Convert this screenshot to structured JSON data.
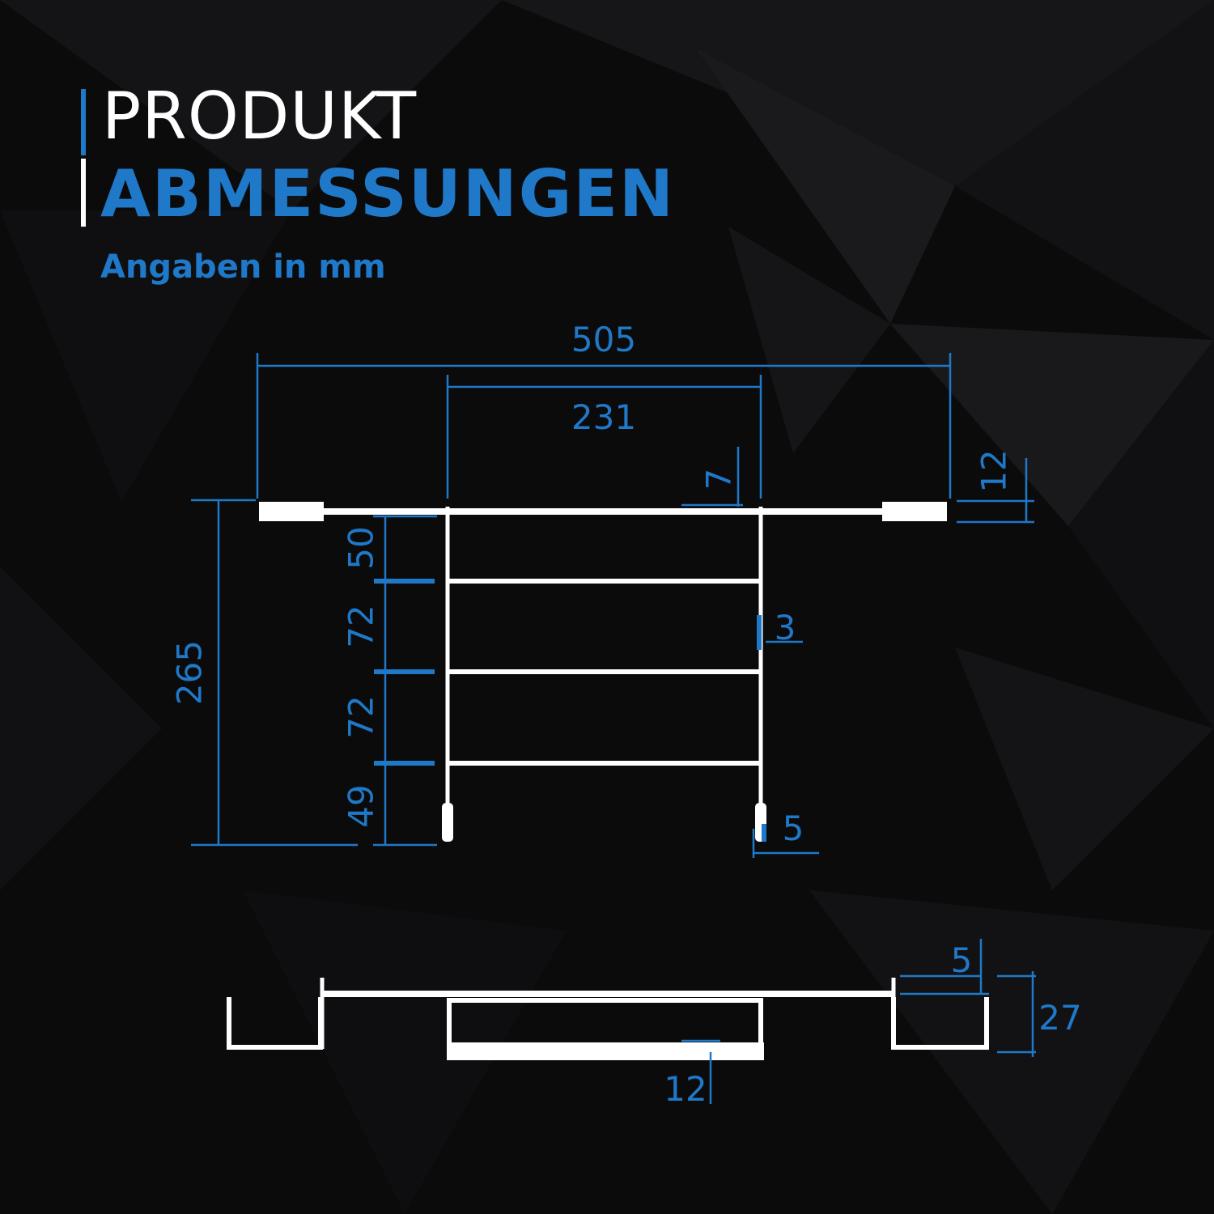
{
  "title": {
    "line1": "PRODUKT",
    "line2": "ABMESSUNGEN",
    "subtitle": "Angaben in mm"
  },
  "dimensions": {
    "overall_width": "505",
    "inner_width": "231",
    "hook_offset": "7",
    "hook_height": "12",
    "overall_height": "265",
    "gap_top": "50",
    "gap_mid1": "72",
    "gap_mid2": "72",
    "gap_bottom": "49",
    "rail_thickness": "3",
    "leg_diameter": "5",
    "side_hook_width": "5",
    "side_hook_depth": "27",
    "bottom_depth": "12"
  },
  "colors": {
    "background": "#0b0b0c",
    "accent": "#1f78c8",
    "drawing": "#ffffff"
  }
}
